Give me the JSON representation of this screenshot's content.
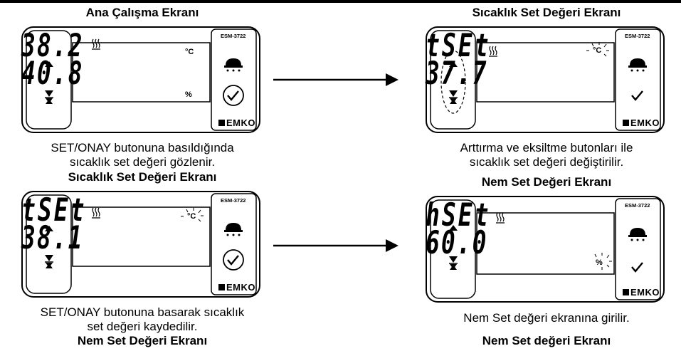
{
  "panels": [
    {
      "title": "Ana Çalışma Ekranı",
      "caption": [
        "SET/ONAY butonuna basıldığında",
        "sıcaklık set değeri gözlenir."
      ],
      "model": "ESM-3722",
      "brand": "EMKO",
      "top_display": "38.2",
      "top_unit": "°C",
      "bottom_display": "40.8",
      "bottom_unit": "%",
      "action_icon": "check-circle-icon"
    },
    {
      "title": "Sıcaklık Set Değeri Ekranı",
      "caption": [
        "Arttırma ve eksiltme butonları ile",
        "sıcaklık set değeri değiştirilir."
      ],
      "model": "ESM-3722",
      "brand": "EMKO",
      "top_display": "tSEt",
      "top_unit": "°C",
      "bottom_display": "37.7",
      "bottom_unit": "",
      "action_icon": "check-icon"
    },
    {
      "title": "Sıcaklık Set Değeri Ekranı",
      "caption": [
        "SET/ONAY butonuna basarak sıcaklık",
        "set değeri kaydedilir."
      ],
      "model": "ESM-3722",
      "brand": "EMKO",
      "top_display": "tSEt",
      "top_unit": "°C",
      "bottom_display": "38.1",
      "bottom_unit": "",
      "action_icon": "check-circle-icon"
    },
    {
      "title": "Nem Set Değeri Ekranı",
      "caption": [
        "Nem Set değeri ekranına girilir."
      ],
      "model": "ESM-3722",
      "brand": "EMKO",
      "top_display": "hSEt",
      "top_unit": "",
      "bottom_display": "60.0",
      "bottom_unit": "%",
      "action_icon": "check-icon"
    }
  ],
  "bottom_left_title": "Nem Set Değeri Ekranı",
  "bottom_right_title": "Nem Set değeri Ekranı",
  "colors": {
    "ink": "#000000",
    "background": "#ffffff"
  }
}
